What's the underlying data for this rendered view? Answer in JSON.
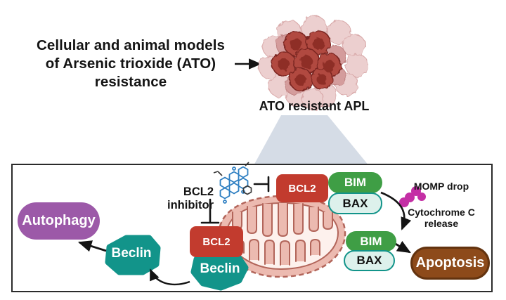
{
  "header": {
    "title_line1": "Cellular and animal models",
    "title_line2": "of Arsenic trioxide (ATO)",
    "title_line3": "resistance",
    "cluster_label": "ATO resistant APL"
  },
  "pathway": {
    "inhibitor_label": "BCL2 inhibitor",
    "bcl2_top": "BCL2",
    "bcl2_left": "BCL2",
    "bim_top": "BIM",
    "bax_top": "BAX",
    "bim_bottom": "BIM",
    "bax_bottom": "BAX",
    "beclin_free": "Beclin",
    "beclin_bound": "Beclin",
    "autophagy": "Autophagy",
    "apoptosis": "Apoptosis",
    "momp_label": "MOMP drop",
    "cytochrome_line1": "Cytochrome C",
    "cytochrome_line2": "release"
  },
  "colors": {
    "bcl2_red": "#c23b2e",
    "bim_green": "#3f9e45",
    "bax_fill": "#ddf1ec",
    "teal": "#12948a",
    "autophagy_purple": "#9c59a8",
    "apoptosis_brown": "#8d4a1a",
    "apoptosis_border": "#63330f",
    "cytochrome_magenta": "#c42fa5",
    "molecule_blue": "#2e7fc2",
    "mitochondria_fill": "#ecbab0",
    "mitochondria_outline": "#b2655a",
    "zoom_trapezoid": "#d5dce6",
    "panel_border": "#2b2b2b",
    "cell_dark": "#b14a41",
    "cell_nucleus": "#8e2d27",
    "cell_light": "#eccfcf"
  }
}
